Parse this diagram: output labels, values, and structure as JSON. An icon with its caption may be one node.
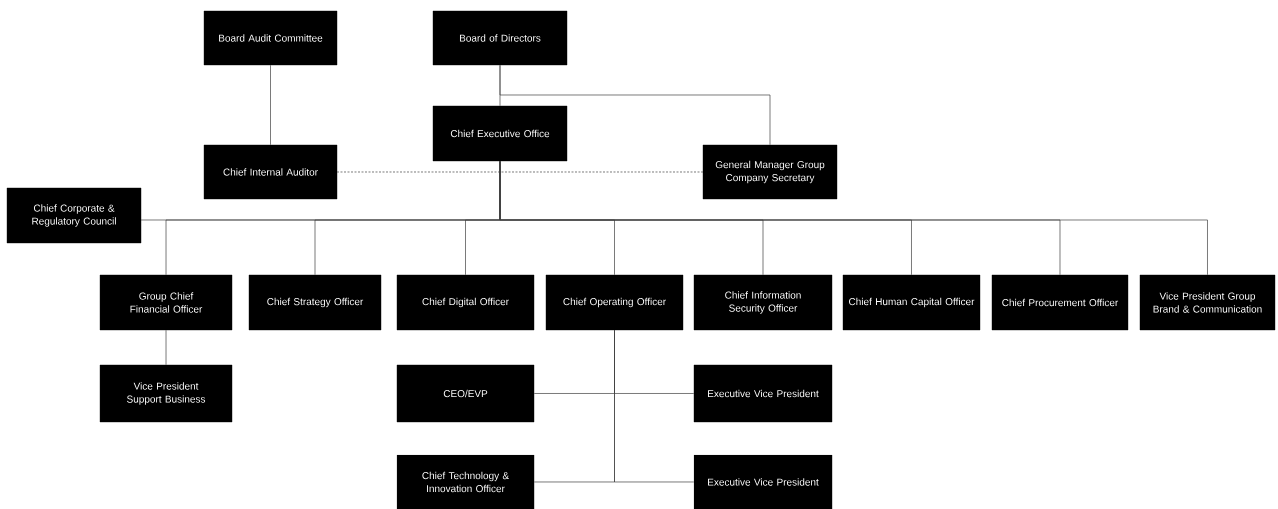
{
  "diagram": {
    "nodes": [
      {
        "text": [
          "Board Audit Committee"
        ]
      },
      {
        "text": [
          "Board of Directors"
        ]
      },
      {
        "text": [
          "Chief Executive Office"
        ]
      },
      {
        "text": [
          "Chief Internal Auditor"
        ]
      },
      {
        "text": [
          "General Manager Group Company Secretary"
        ]
      },
      {
        "text": [
          "Chief Corporate & Regulatory Council"
        ]
      },
      {
        "text": [
          "Group Chief Financial Officer"
        ]
      },
      {
        "text": [
          "Chief Strategy Officer"
        ]
      },
      {
        "text": [
          "Chief Digital Officer"
        ]
      },
      {
        "text": [
          "Chief Operating Officer"
        ]
      },
      {
        "text": [
          "Chief Information Security Officer"
        ]
      },
      {
        "text": [
          "Chief Human Capital Officer"
        ]
      },
      {
        "text": [
          "Chief Procurement Officer"
        ]
      },
      {
        "text": [
          "Vice President Group Brand & Communication"
        ]
      },
      {
        "text": [
          "Vice President Support Business"
        ]
      },
      {
        "text": [
          "CEO/EVP"
        ]
      },
      {
        "text": [
          "Executive Vice President"
        ]
      },
      {
        "text": [
          "Chief Technology & Innovation Officer"
        ]
      },
      {
        "text": [
          "Executive Vice President"
        ]
      }
    ],
    "edges": [
      {
        "from": 0,
        "to": 3,
        "arrow": "none"
      },
      {
        "from": 1,
        "to": 2,
        "arrow": "none"
      },
      {
        "from": 1,
        "to": 4,
        "arrow": "none"
      },
      {
        "from": 3,
        "to": 4,
        "arrow": "none",
        "style": "dashed"
      },
      {
        "from": 2,
        "to": 5,
        "arrow": "none"
      },
      {
        "from": 2,
        "to": 6,
        "arrow": "none"
      },
      {
        "from": 2,
        "to": 7,
        "arrow": "none"
      },
      {
        "from": 2,
        "to": 8,
        "arrow": "none"
      },
      {
        "from": 2,
        "to": 9,
        "arrow": "none"
      },
      {
        "from": 2,
        "to": 10,
        "arrow": "none"
      },
      {
        "from": 2,
        "to": 11,
        "arrow": "none"
      },
      {
        "from": 2,
        "to": 12,
        "arrow": "none"
      },
      {
        "from": 2,
        "to": 13,
        "arrow": "none"
      },
      {
        "from": 6,
        "to": 14,
        "arrow": "none"
      },
      {
        "from": 9,
        "to": 15,
        "arrow": "none"
      },
      {
        "from": 9,
        "to": 16,
        "arrow": "none"
      },
      {
        "from": 9,
        "to": 17,
        "arrow": "none"
      },
      {
        "from": 9,
        "to": 18,
        "arrow": "none"
      }
    ]
  }
}
